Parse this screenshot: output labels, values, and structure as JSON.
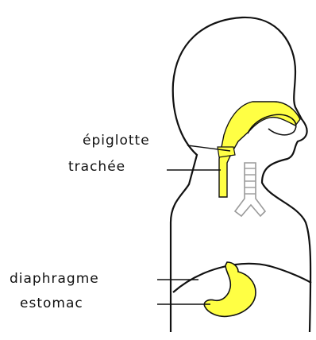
{
  "labels": {
    "epiglotte": "épiglotte",
    "trachee": "trachée",
    "diaphragme": "diaphragme",
    "estomac": "estomac"
  },
  "colors": {
    "outline": "#111111",
    "highlight": "#ffff44",
    "trachea_gray": "#9a9a9a",
    "background": "#ffffff"
  }
}
